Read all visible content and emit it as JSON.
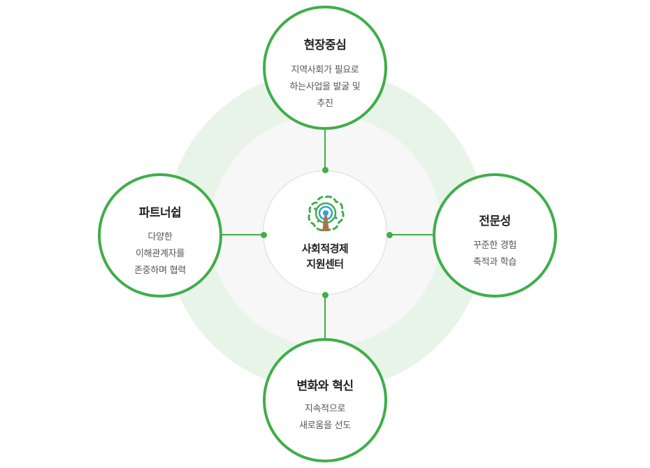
{
  "center": {
    "title": "사회적경제\n지원센터",
    "logo_icon": "tree-logo-icon"
  },
  "nodes": {
    "top": {
      "title": "현장중심",
      "desc": "지역사회가 필요로\n하는사업을 발굴 및\n추진"
    },
    "left": {
      "title": "파트너쉽",
      "desc": "다양한\n이해관계자를\n존중하며 협력"
    },
    "right": {
      "title": "전문성",
      "desc": "꾸준한 경험\n축적과 학습"
    },
    "bottom": {
      "title": "변화와 혁신",
      "desc": "지속적으로\n새로움을 선도"
    }
  },
  "colors": {
    "accent": "#3fae49",
    "outer_ring": "#e9f4e9",
    "inner_ring": "#f6f7f6",
    "trunk": "#a8754a",
    "logo_blue": "#2f9fd8"
  }
}
